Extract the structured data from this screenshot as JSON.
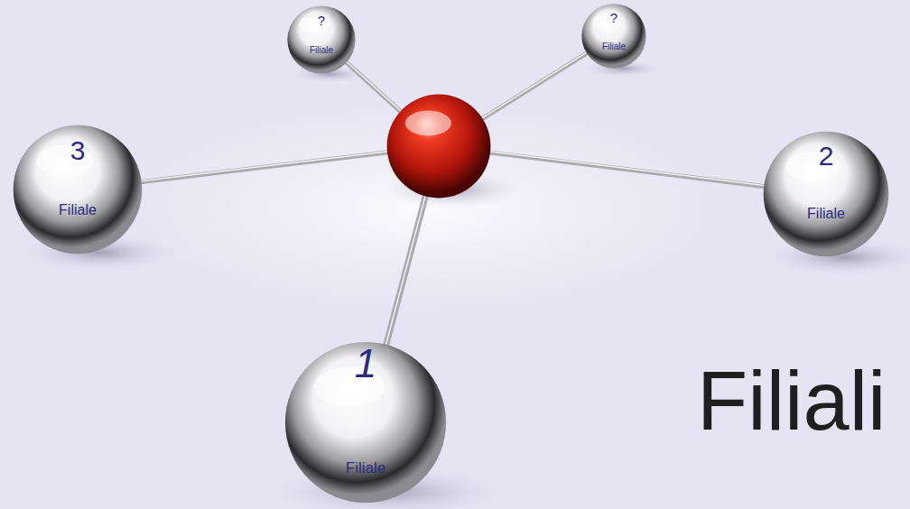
{
  "diagram": {
    "title": "Filiali",
    "nodes": [
      {
        "text": [
          "?",
          "Filiale"
        ]
      },
      {
        "text": [
          "?",
          "Filiale"
        ]
      },
      {
        "text": []
      },
      {
        "text": [
          "3",
          "Filiale"
        ]
      },
      {
        "text": [
          "2",
          "Filiale"
        ]
      },
      {
        "text": [
          "1",
          "Filiale"
        ]
      }
    ],
    "edges": [
      {
        "from": 2,
        "to": 0,
        "arrow": "none"
      },
      {
        "from": 2,
        "to": 1,
        "arrow": "none"
      },
      {
        "from": 2,
        "to": 3,
        "arrow": "none"
      },
      {
        "from": 2,
        "to": 4,
        "arrow": "none"
      },
      {
        "from": 2,
        "to": 5,
        "arrow": "none"
      }
    ]
  }
}
